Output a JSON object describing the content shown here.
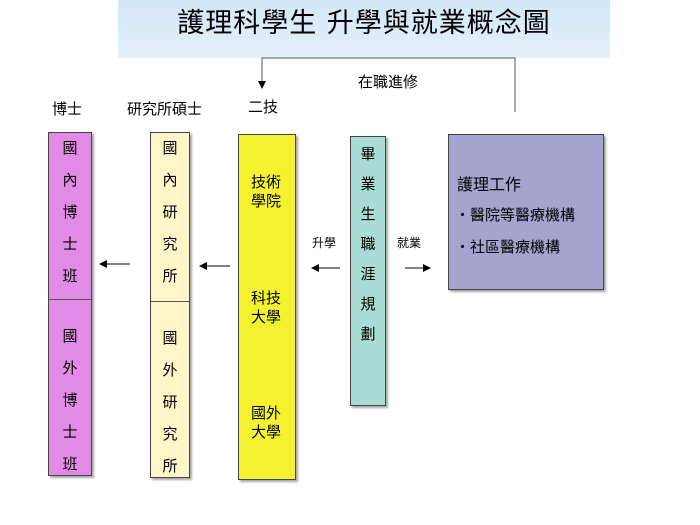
{
  "title": "護理科學生 升學與就業概念圖",
  "top_labels": {
    "doctor": "博士",
    "master": "研究所碩士",
    "two_year": "二技",
    "in_service": "在職進修"
  },
  "doctor_column": {
    "domestic": [
      "國",
      "內",
      "博",
      "士",
      "班"
    ],
    "foreign": [
      "國",
      "外",
      "博",
      "士",
      "班"
    ]
  },
  "master_column": {
    "domestic": [
      "國",
      "內",
      "研",
      "究",
      "所"
    ],
    "foreign": [
      "國",
      "外",
      "研",
      "究",
      "所"
    ]
  },
  "two_year_column": {
    "item1": "技術學院",
    "item2": "科技大學",
    "item3": "國外大學"
  },
  "career_column": [
    "畢",
    "業",
    "生",
    "職",
    "涯",
    "規",
    "劃"
  ],
  "arrow_labels": {
    "further_study": "升學",
    "employment": "就業"
  },
  "nursing_box": {
    "title": "護理工作",
    "items": [
      "・醫院等醫療機構",
      "・社區醫療機構"
    ]
  },
  "colors": {
    "title_bg": "#d2e6f8",
    "doctor": "#e28be6",
    "master": "#fff5c8",
    "two_year": "#f4f22e",
    "career": "#a8dcd4",
    "nursing": "#a6a3cf"
  }
}
